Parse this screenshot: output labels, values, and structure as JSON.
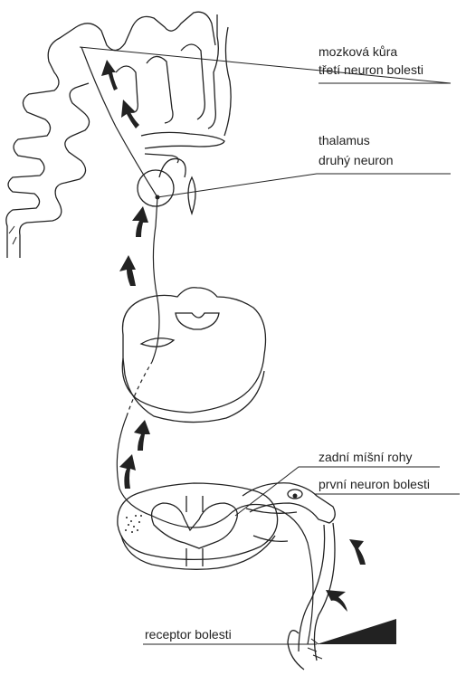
{
  "labels": {
    "cortex_1": "mozková kůra",
    "cortex_2": "třetí neuron bolesti",
    "thalamus_1": "thalamus",
    "thalamus_2": "druhý neuron",
    "horn_1": "zadní míšní rohy",
    "horn_2": "první neuron bolesti",
    "receptor": "receptor bolesti"
  },
  "colors": {
    "ink": "#222222",
    "background": "#ffffff"
  }
}
